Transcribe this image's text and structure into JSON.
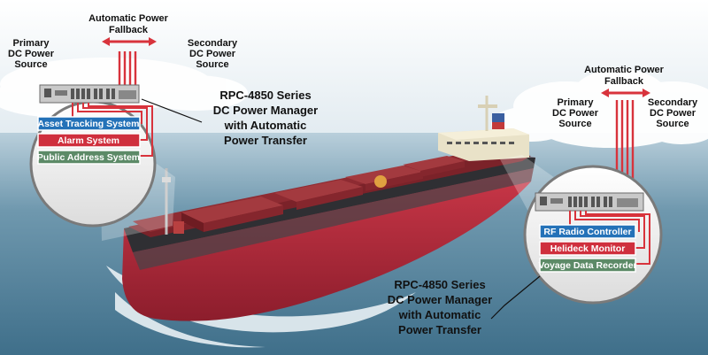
{
  "colors": {
    "sea": "#4f7f99",
    "hull_red": "#b3273a",
    "hull_dark": "#2f2f33",
    "deck": "#8e2b32",
    "hatch": "#a33a3f",
    "power_red": "#d8333c",
    "blue_box": "#2472b8",
    "red_box": "#cf2f3d",
    "green_box": "#5c8a67"
  },
  "left_callout": {
    "fallback_line1": "Automatic Power",
    "fallback_line2": "Fallback",
    "primary": [
      "Primary",
      "DC Power",
      "Source"
    ],
    "secondary": [
      "Secondary",
      "DC Power",
      "Source"
    ],
    "product": [
      "RPC-4850 Series",
      "DC Power Manager",
      "with Automatic",
      "Power Transfer"
    ],
    "systems": [
      "Asset Tracking System",
      "Alarm System",
      "Public Address System"
    ]
  },
  "right_callout": {
    "fallback_line1": "Automatic Power",
    "fallback_line2": "Fallback",
    "primary": [
      "Primary",
      "DC Power",
      "Source"
    ],
    "secondary": [
      "Secondary",
      "DC Power",
      "Source"
    ],
    "product": [
      "RPC-4850 Series",
      "DC Power Manager",
      "with Automatic",
      "Power Transfer"
    ],
    "systems": [
      "RF Radio Controller",
      "Helideck Monitor",
      "Voyage Data Recorder"
    ]
  }
}
